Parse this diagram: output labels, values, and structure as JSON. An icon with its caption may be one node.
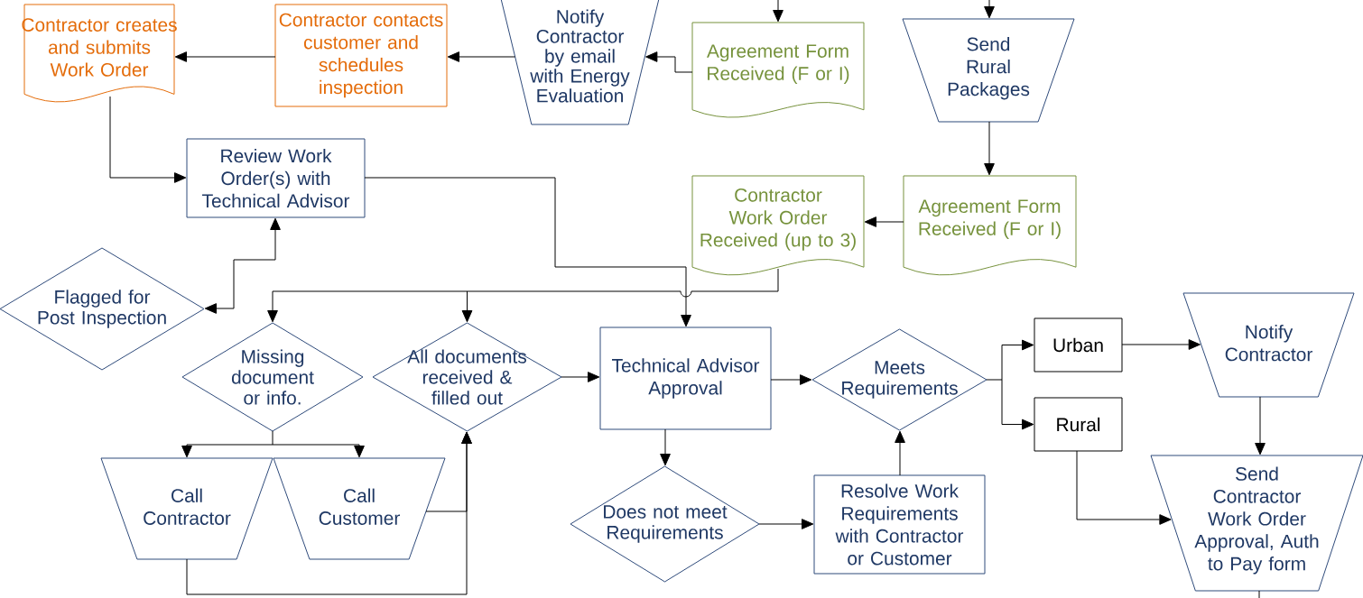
{
  "diagram": {
    "nodes": [
      {
        "text": [
          "Contractor creates and submits Work Order"
        ]
      },
      {
        "text": [
          "Contractor contacts customer and schedules inspection"
        ]
      },
      {
        "text": [
          "Notify Contractor by email with Energy Evaluation"
        ]
      },
      {
        "text": [
          "Agreement Form Received (F or I)"
        ]
      },
      {
        "text": [
          "Send Rural Packages"
        ]
      },
      {
        "text": [
          "Review Work Order(s) with Technical Advisor"
        ]
      },
      {
        "text": [
          "Contractor Work Order Received (up to 3)"
        ]
      },
      {
        "text": [
          "Agreement Form Received (F or I)"
        ]
      },
      {
        "text": [
          "Flagged for Post Inspection"
        ]
      },
      {
        "text": [
          "Missing document or info."
        ]
      },
      {
        "text": [
          "All documents received & filled out"
        ]
      },
      {
        "text": [
          "Technical Advisor Approval"
        ]
      },
      {
        "text": [
          "Meets Requirements"
        ]
      },
      {
        "text": [
          "Urban"
        ]
      },
      {
        "text": [
          "Notify Contractor"
        ]
      },
      {
        "text": [
          "Rural"
        ]
      },
      {
        "text": [
          "Call Contractor"
        ]
      },
      {
        "text": [
          "Call Customer"
        ]
      },
      {
        "text": [
          "Does not meet Requirements"
        ]
      },
      {
        "text": [
          "Resolve Work Requirements with Contractor or Customer"
        ]
      },
      {
        "text": [
          "Send Contractor Work Order Approval, Auth to Pay form"
        ]
      }
    ],
    "edges": [
      {
        "from": null,
        "to": 3,
        "arrow": "to"
      },
      {
        "from": null,
        "to": 4,
        "arrow": "to"
      },
      {
        "from": 3,
        "to": 2,
        "arrow": "to"
      },
      {
        "from": 2,
        "to": 1,
        "arrow": "to"
      },
      {
        "from": 1,
        "to": 0,
        "arrow": "to"
      },
      {
        "from": 0,
        "to": 5,
        "arrow": "to"
      },
      {
        "from": 5,
        "to": 11,
        "arrow": "to"
      },
      {
        "from": 5,
        "to": 8,
        "arrow": "both"
      },
      {
        "from": 4,
        "to": 7,
        "arrow": "to"
      },
      {
        "from": 7,
        "to": 6,
        "arrow": "to"
      },
      {
        "from": 6,
        "to": 9,
        "arrow": "to"
      },
      {
        "from": 6,
        "to": 10,
        "arrow": "to"
      },
      {
        "from": 10,
        "to": 11,
        "arrow": "to"
      },
      {
        "from": 9,
        "to": 16,
        "arrow": "to"
      },
      {
        "from": 9,
        "to": 17,
        "arrow": "to"
      },
      {
        "from": 17,
        "to": 10,
        "arrow": "to"
      },
      {
        "from": 16,
        "to": 10,
        "arrow": "to"
      },
      {
        "from": 11,
        "to": 12,
        "arrow": "to"
      },
      {
        "from": 11,
        "to": 18,
        "arrow": "to"
      },
      {
        "from": 18,
        "to": 19,
        "arrow": "to"
      },
      {
        "from": 19,
        "to": 12,
        "arrow": "to"
      },
      {
        "from": 12,
        "to": 13,
        "arrow": "to"
      },
      {
        "from": 12,
        "to": 15,
        "arrow": "to"
      },
      {
        "from": 13,
        "to": 14,
        "arrow": "to"
      },
      {
        "from": 14,
        "to": 20,
        "arrow": "to"
      },
      {
        "from": 15,
        "to": 20,
        "arrow": "to"
      },
      {
        "from": 20,
        "to": null,
        "arrow": "none"
      }
    ]
  }
}
